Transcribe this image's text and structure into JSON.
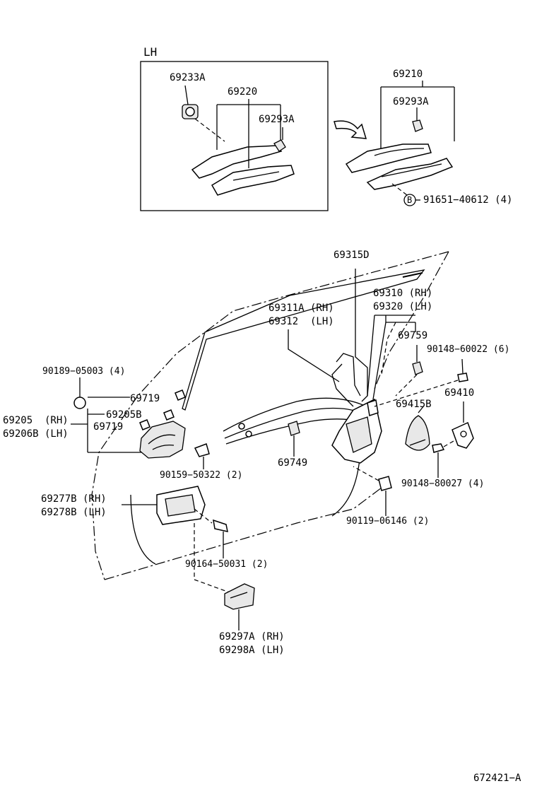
{
  "inset": {
    "title": "LH"
  },
  "labels": {
    "p69233A": "69233A",
    "p69220": "69220",
    "p69293A_lh": "69293A",
    "p69210": "69210",
    "p69293A": "69293A",
    "p91651": "91651−40612 (4)",
    "circleB": "B",
    "p69315D": "69315D",
    "p69310": "69310 (RH)",
    "p69320": "69320 (LH)",
    "p69311A": "69311A (RH)",
    "p69312": "69312  (LH)",
    "p69759": "69759",
    "p90148_60022": "90148−60022 (6)",
    "p90189": "90189−05003 (4)",
    "p69719_a": "69719",
    "p69205": "69205  (RH)",
    "p69205B": "69205B",
    "p69206B": "69206B (LH)",
    "p69719_b": "69719",
    "p69415B": "69415B",
    "p69410": "69410",
    "p90159": "90159−50322 (2)",
    "p69749": "69749",
    "p90148_80027": "90148−80027 (4)",
    "p69277B": "69277B (RH)",
    "p69278B": "69278B (LH)",
    "p90119": "90119−06146 (2)",
    "p90164": "90164−50031 (2)",
    "p69297A": "69297A (RH)",
    "p69298A": "69298A (LH)",
    "figure_no": "672421−A"
  }
}
